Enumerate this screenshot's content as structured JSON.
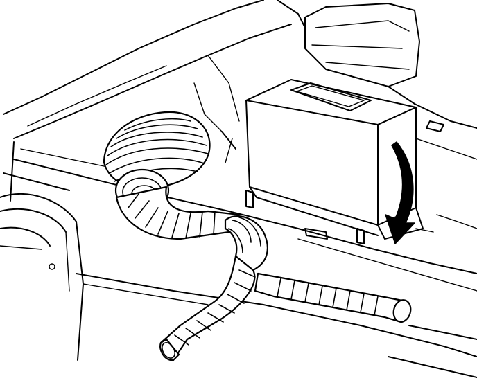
{
  "figure": {
    "kind": "line-illustration",
    "content_text": [],
    "components": [
      "trunk-floor-panel",
      "rear-seat-back",
      "heater-module-box",
      "flow-arrow",
      "flexible-duct-hose",
      "duct-branch-tube",
      "spare-tire-well"
    ],
    "colors": {
      "ink": "#000000",
      "paper": "#ffffff"
    }
  }
}
